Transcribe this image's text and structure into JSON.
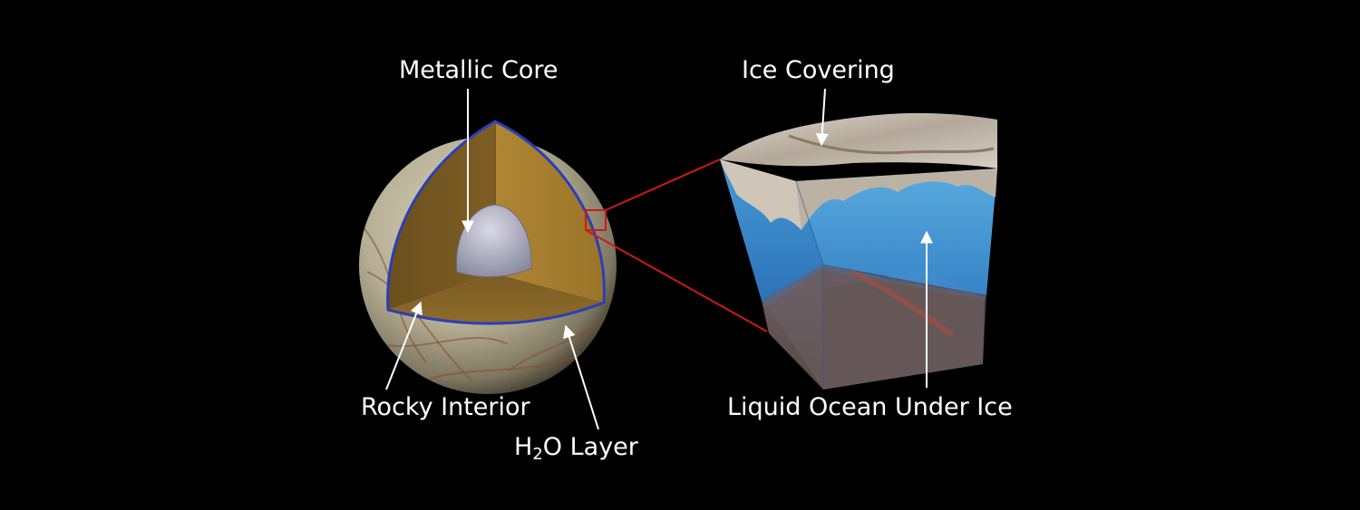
{
  "labels": {
    "metallic_core": "Metallic Core",
    "ice_covering": "Ice Covering",
    "rocky_interior": "Rocky Interior",
    "h2o_layer": {
      "h": "H",
      "sub": "2",
      "rest": "O Layer"
    },
    "liquid_ocean": "Liquid Ocean Under Ice"
  },
  "colors": {
    "background": "#000000",
    "label_text": "#ffffff",
    "h2o_outline": "#2a3fb8",
    "callout_lines": "#d01818",
    "ocean": "#3a8fd6",
    "rock": "#a27a2c",
    "core": "#b4b4c4",
    "ice": "#c9bfb2",
    "surface": "#bcb7a3"
  }
}
